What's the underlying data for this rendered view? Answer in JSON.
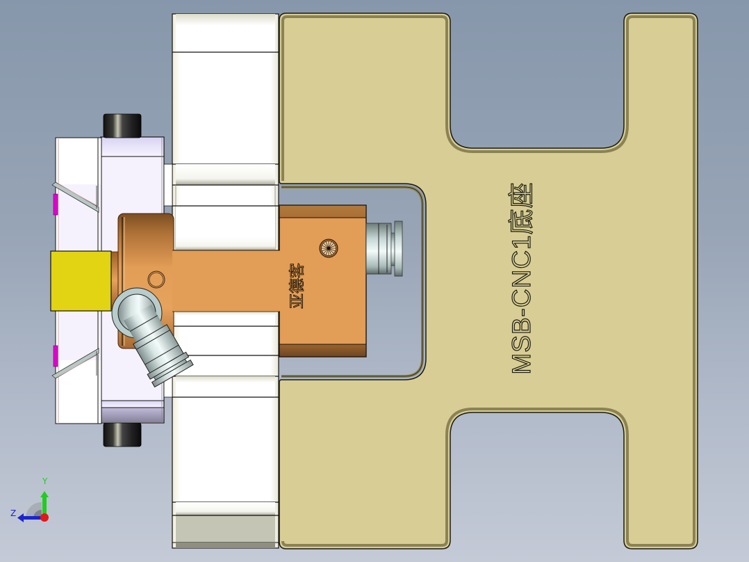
{
  "viewport": {
    "view_type": "CAD 3D model viewport",
    "background_top": "#8797ab",
    "background_bottom": "#c4cad6"
  },
  "model": {
    "base_plate": {
      "engraved_text": "MSB-CNC1底座",
      "color": "#d8cd94",
      "edge_color": "#8b8254"
    },
    "cylinder_block": {
      "engraved_text": "亚德客",
      "color": "#e29d56"
    },
    "clamp_body": {
      "color": "#f5f0fc"
    },
    "yellow_pad": {
      "color": "#e2d412"
    },
    "accent_pins": {
      "color": "#e000d0"
    },
    "fitting": {
      "color": "#c8d8d8"
    }
  },
  "triad": {
    "y_label": "Y",
    "z_label": "Z",
    "y_color": "#22cc22",
    "z_color": "#1a24d0",
    "origin_color": "#e01818"
  }
}
